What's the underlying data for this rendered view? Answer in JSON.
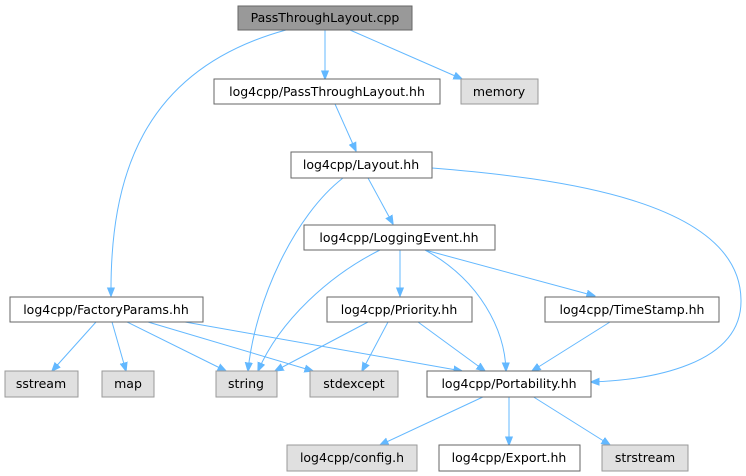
{
  "colors": {
    "root_fill": "#999999",
    "root_stroke": "#666666",
    "internal_fill": "#ffffff",
    "internal_stroke": "#666666",
    "external_fill": "#e0e0e0",
    "external_stroke": "#999999",
    "edge": "#63b8ff",
    "text": "#000000"
  },
  "nodes": {
    "root": {
      "label": "PassThroughLayout.cpp",
      "kind": "root"
    },
    "ptlayout_hh": {
      "label": "log4cpp/PassThroughLayout.hh",
      "kind": "internal"
    },
    "memory": {
      "label": "memory",
      "kind": "external"
    },
    "layout_hh": {
      "label": "log4cpp/Layout.hh",
      "kind": "internal"
    },
    "loggingevent_hh": {
      "label": "log4cpp/LoggingEvent.hh",
      "kind": "internal"
    },
    "factoryparams_hh": {
      "label": "log4cpp/FactoryParams.hh",
      "kind": "internal"
    },
    "priority_hh": {
      "label": "log4cpp/Priority.hh",
      "kind": "internal"
    },
    "timestamp_hh": {
      "label": "log4cpp/TimeStamp.hh",
      "kind": "internal"
    },
    "sstream": {
      "label": "sstream",
      "kind": "external"
    },
    "map": {
      "label": "map",
      "kind": "external"
    },
    "string": {
      "label": "string",
      "kind": "external"
    },
    "stdexcept": {
      "label": "stdexcept",
      "kind": "external"
    },
    "portability_hh": {
      "label": "log4cpp/Portability.hh",
      "kind": "internal"
    },
    "config_h": {
      "label": "log4cpp/config.h",
      "kind": "external"
    },
    "export_hh": {
      "label": "log4cpp/Export.hh",
      "kind": "internal"
    },
    "strstream": {
      "label": "strstream",
      "kind": "external"
    }
  },
  "edges": [
    [
      "root",
      "ptlayout_hh"
    ],
    [
      "root",
      "memory"
    ],
    [
      "root",
      "factoryparams_hh"
    ],
    [
      "ptlayout_hh",
      "layout_hh"
    ],
    [
      "layout_hh",
      "loggingevent_hh"
    ],
    [
      "layout_hh",
      "string"
    ],
    [
      "layout_hh",
      "portability_hh"
    ],
    [
      "loggingevent_hh",
      "string"
    ],
    [
      "loggingevent_hh",
      "priority_hh"
    ],
    [
      "loggingevent_hh",
      "timestamp_hh"
    ],
    [
      "loggingevent_hh",
      "portability_hh"
    ],
    [
      "factoryparams_hh",
      "sstream"
    ],
    [
      "factoryparams_hh",
      "map"
    ],
    [
      "factoryparams_hh",
      "string"
    ],
    [
      "factoryparams_hh",
      "stdexcept"
    ],
    [
      "factoryparams_hh",
      "portability_hh"
    ],
    [
      "priority_hh",
      "string"
    ],
    [
      "priority_hh",
      "stdexcept"
    ],
    [
      "priority_hh",
      "portability_hh"
    ],
    [
      "timestamp_hh",
      "portability_hh"
    ],
    [
      "portability_hh",
      "config_h"
    ],
    [
      "portability_hh",
      "export_hh"
    ],
    [
      "portability_hh",
      "strstream"
    ]
  ]
}
